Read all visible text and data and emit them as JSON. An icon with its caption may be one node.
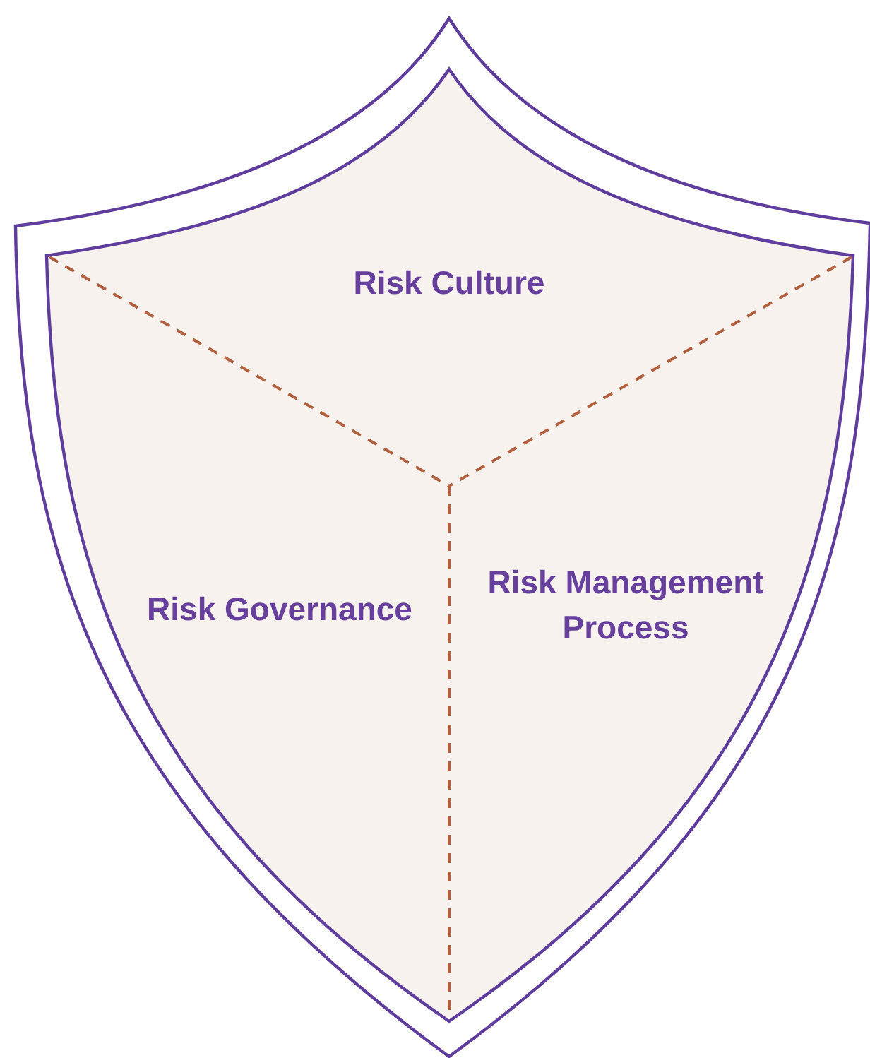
{
  "diagram": {
    "nodes": [
      {
        "text": [
          "Risk Culture"
        ]
      },
      {
        "text": [
          "Risk Governance"
        ]
      },
      {
        "text": [
          "Risk Management Process"
        ]
      }
    ]
  }
}
